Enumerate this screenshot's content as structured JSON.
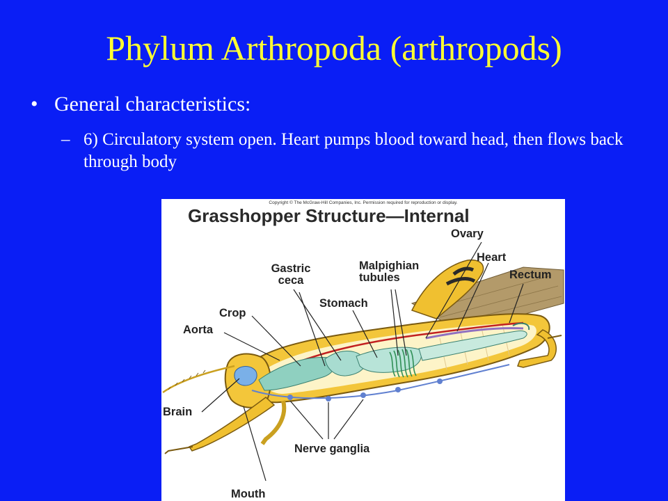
{
  "slide": {
    "title": "Phylum Arthropoda (arthropods)",
    "bullet": "General characteristics:",
    "sub_marker": "–",
    "sub_text": "6) Circulatory system open. Heart pumps blood toward head, then flows back through body"
  },
  "figure": {
    "copyright": "Copyright © The McGraw-Hill Companies, Inc. Permission required for reproduction or display.",
    "title": "Grasshopper Structure—Internal",
    "labels": {
      "ovary": "Ovary",
      "heart": "Heart",
      "rectum": "Rectum",
      "gastric_1": "Gastric",
      "gastric_2": "ceca",
      "malpighian_1": "Malpighian",
      "malpighian_2": "tubules",
      "stomach": "Stomach",
      "crop": "Crop",
      "aorta": "Aorta",
      "brain": "Brain",
      "nerve_ganglia": "Nerve ganglia",
      "mouth": "Mouth"
    }
  },
  "colors": {
    "background": "#0a1ef5",
    "title": "#ffff33",
    "text": "#ffffff"
  }
}
